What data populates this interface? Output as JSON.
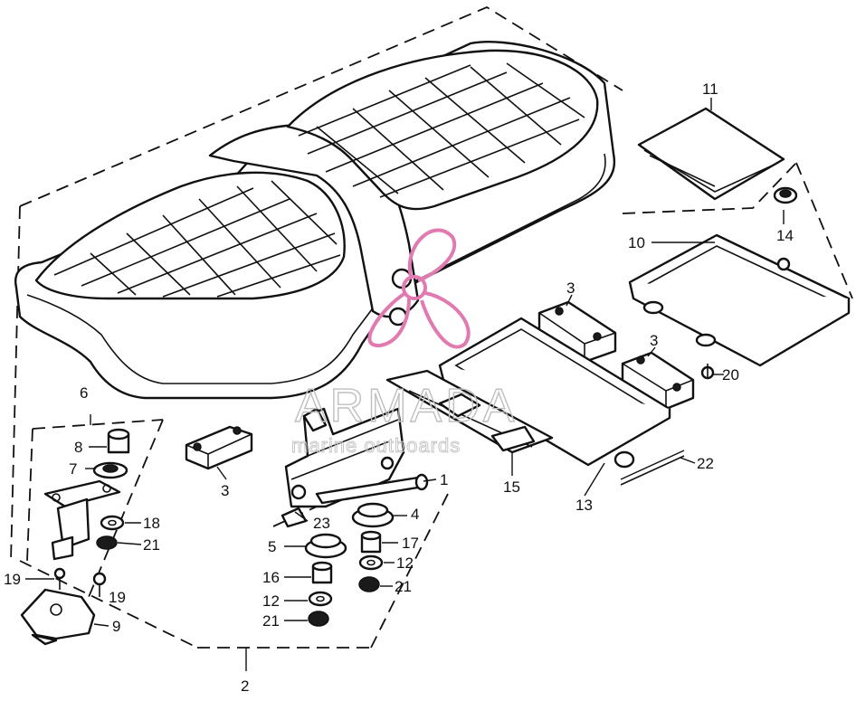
{
  "diagram": {
    "labels": {
      "p1": "1",
      "p2": "2",
      "p3a": "3",
      "p3b": "3",
      "p3c": "3",
      "p4": "4",
      "p5": "5",
      "p6": "6",
      "p7": "7",
      "p8": "8",
      "p9": "9",
      "p10": "10",
      "p11": "11",
      "p12a": "12",
      "p12b": "12",
      "p13": "13",
      "p14": "14",
      "p15": "15",
      "p16": "16",
      "p17": "17",
      "p18": "18",
      "p19a": "19",
      "p19b": "19",
      "p20": "20",
      "p21a": "21",
      "p21b": "21",
      "p21c": "21",
      "p22": "22",
      "p23": "23"
    }
  },
  "watermark": {
    "title": "ARMADA",
    "subtitle": "marine outboards",
    "color": "#e07ab0"
  }
}
